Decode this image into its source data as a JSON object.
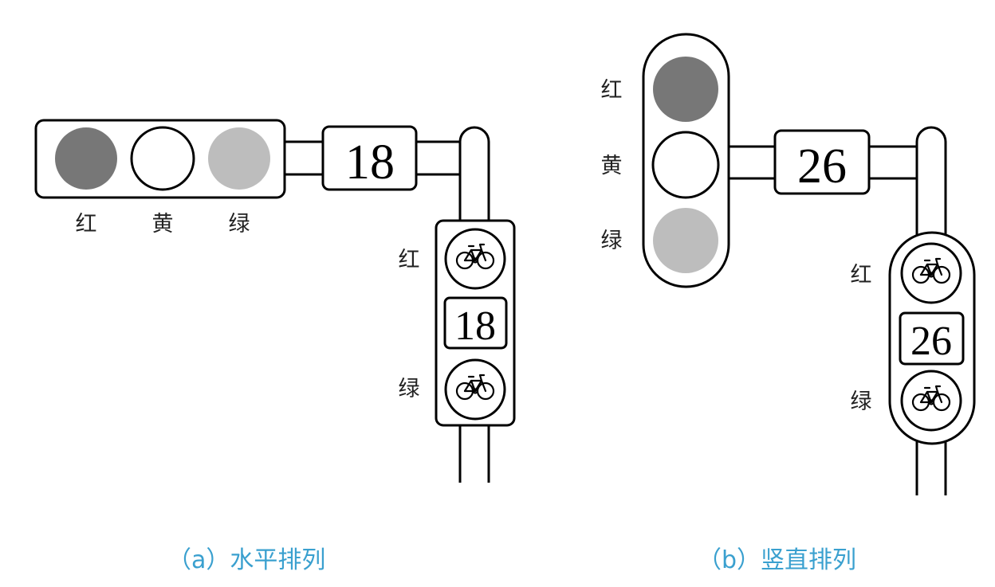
{
  "colors": {
    "red_light": "#777777",
    "yellow_light": "#ffffff",
    "green_light": "#bdbdbd",
    "stroke": "#000000",
    "caption": "#3aa0cf"
  },
  "panel_a": {
    "caption": "（a）水平排列",
    "main_labels": {
      "red": "红",
      "yellow": "黄",
      "green": "绿"
    },
    "countdown": "18",
    "bike_labels": {
      "red": "红",
      "green": "绿"
    },
    "bike_countdown": "18",
    "bike_icon": "bicycle-icon"
  },
  "panel_b": {
    "caption": "（b）竖直排列",
    "main_labels": {
      "red": "红",
      "yellow": "黄",
      "green": "绿"
    },
    "countdown": "26",
    "bike_labels": {
      "red": "红",
      "green": "绿"
    },
    "bike_countdown": "26",
    "bike_icon": "bicycle-icon"
  }
}
